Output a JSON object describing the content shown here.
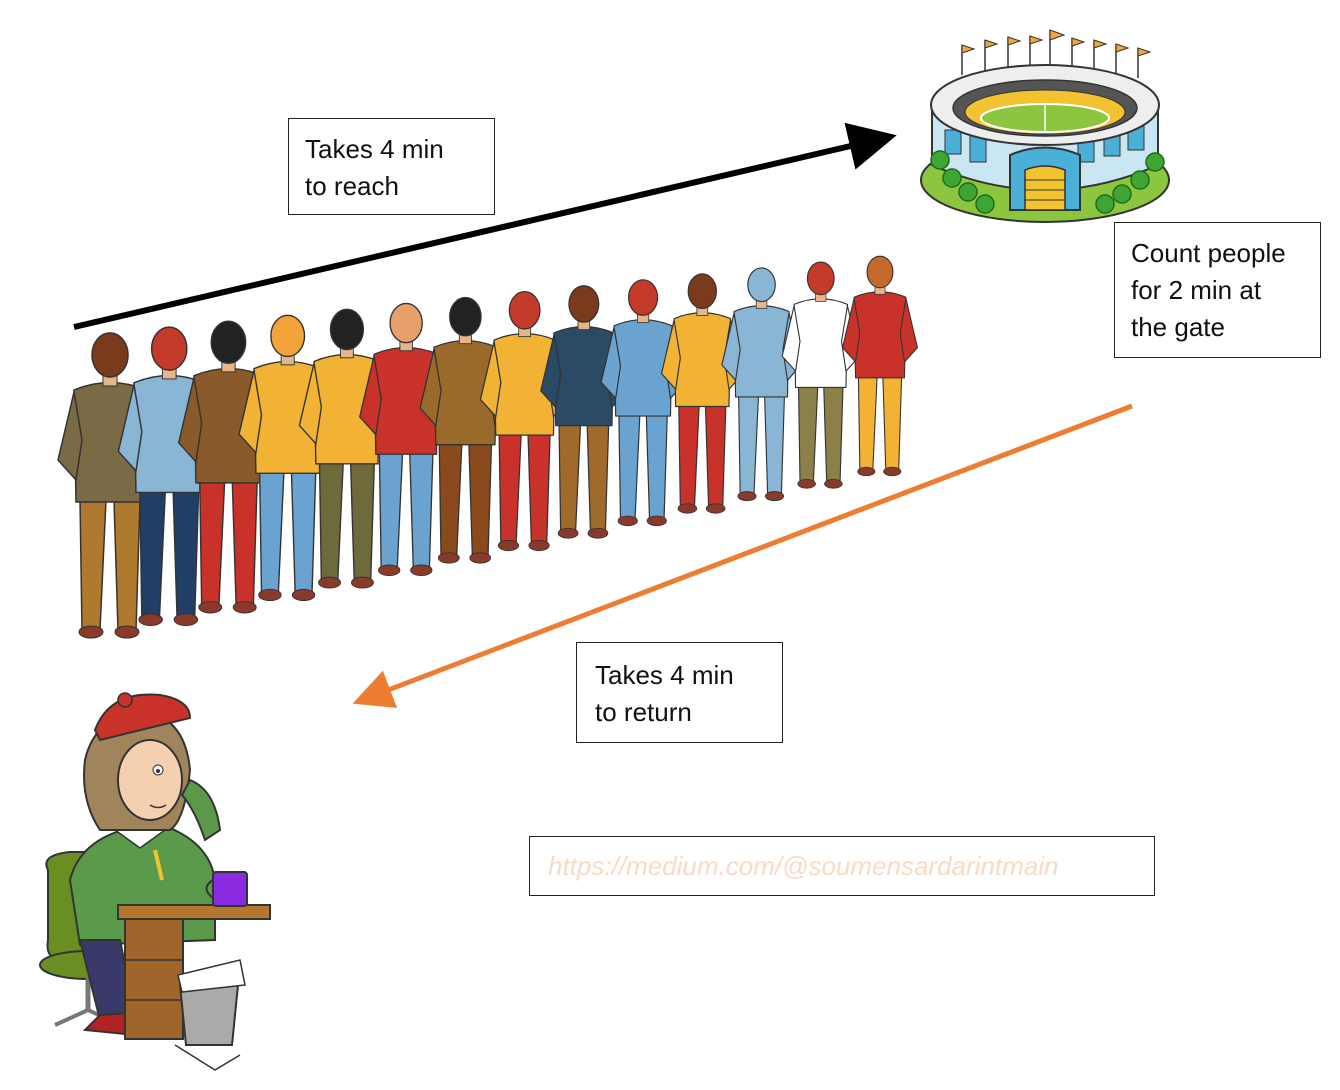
{
  "labels": {
    "reach": [
      "Takes 4 min",
      "to reach"
    ],
    "count": [
      "Count people",
      "for 2 min at",
      "the gate"
    ],
    "return": [
      "Takes 4 min",
      "to return"
    ],
    "url": "https://medium.com/@soumensardarintmain"
  },
  "colors": {
    "arrow_to_stadium": "#000000",
    "arrow_return": "#ed7d31",
    "url_text": "#fad9c6"
  },
  "queue": {
    "people": [
      {
        "shirt": "#7a6a45",
        "pants": "#b07a2e",
        "hair": "#7a3b1c"
      },
      {
        "shirt": "#8ab6d6",
        "pants": "#1f3f66",
        "hair": "#c43b2a"
      },
      {
        "shirt": "#8a5a2a",
        "pants": "#c8322a",
        "hair": "#222222"
      },
      {
        "shirt": "#f2b233",
        "pants": "#6aa3cf",
        "hair": "#f2a43a"
      },
      {
        "shirt": "#f2b233",
        "pants": "#6e6a3c",
        "hair": "#222222"
      },
      {
        "shirt": "#c8322a",
        "pants": "#6aa3cf",
        "hair": "#e8a06a"
      },
      {
        "shirt": "#9a6a2a",
        "pants": "#8a4a1c",
        "hair": "#222222"
      },
      {
        "shirt": "#f2b233",
        "pants": "#c8322a",
        "hair": "#c43b2a"
      },
      {
        "shirt": "#2a4a66",
        "pants": "#a06a2a",
        "hair": "#7a3b1c"
      },
      {
        "shirt": "#6aa3cf",
        "pants": "#6aa3cf",
        "hair": "#c43b2a"
      },
      {
        "shirt": "#f2b233",
        "pants": "#c8322a",
        "hair": "#7a3b1c"
      },
      {
        "shirt": "#8ab6d6",
        "pants": "#8ab6d6",
        "hair": "#8ab6d6"
      },
      {
        "shirt": "#ffffff",
        "pants": "#8a8048",
        "hair": "#c43b2a"
      },
      {
        "shirt": "#c8322a",
        "pants": "#f2b233",
        "hair": "#c46a2a"
      }
    ]
  }
}
